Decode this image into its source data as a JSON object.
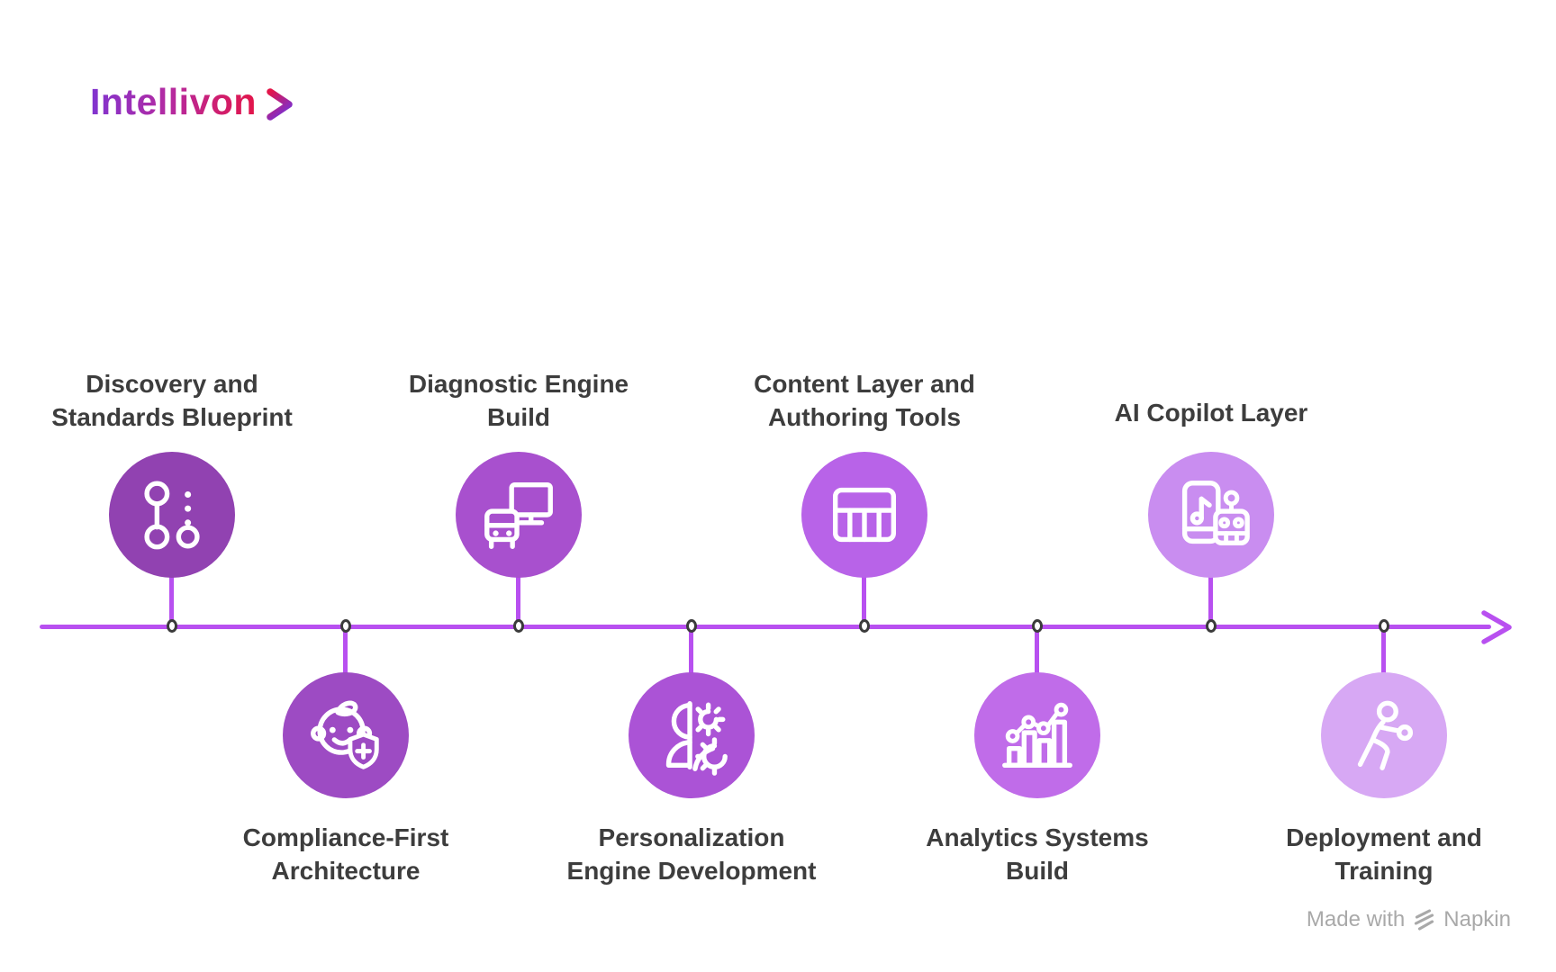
{
  "logo": {
    "text": "Intellivon",
    "gradient_start": "#8034d0",
    "gradient_mid": "#b52aa0",
    "gradient_end": "#e31549"
  },
  "timeline": {
    "line_color": "#b850f0",
    "node_ring_color": "#3b3b3b",
    "title_color": "#3d3d3d"
  },
  "milestones": [
    {
      "title": "Discovery and\nStandards Blueprint",
      "position": "above",
      "color": "#9142b1",
      "icon": "milestones-icon"
    },
    {
      "title": "Compliance-First\nArchitecture",
      "position": "below",
      "color": "#9d4bc3",
      "icon": "baby-shield-icon"
    },
    {
      "title": "Diagnostic Engine\nBuild",
      "position": "above",
      "color": "#a850ce",
      "icon": "monitor-device-icon"
    },
    {
      "title": "Personalization\nEngine Development",
      "position": "below",
      "color": "#ab53d6",
      "icon": "person-gears-icon"
    },
    {
      "title": "Content Layer and\nAuthoring Tools",
      "position": "above",
      "color": "#b863e8",
      "icon": "table-layout-icon"
    },
    {
      "title": "Analytics Systems\nBuild",
      "position": "below",
      "color": "#c06ce9",
      "icon": "bar-chart-icon"
    },
    {
      "title": "AI Copilot Layer",
      "position": "above",
      "color": "#c98df0",
      "icon": "phone-robot-icon"
    },
    {
      "title": "Deployment and\nTraining",
      "position": "below",
      "color": "#d7a8f4",
      "icon": "exercise-person-icon"
    }
  ],
  "watermark": {
    "prefix": "Made with",
    "brand": "Napkin"
  }
}
